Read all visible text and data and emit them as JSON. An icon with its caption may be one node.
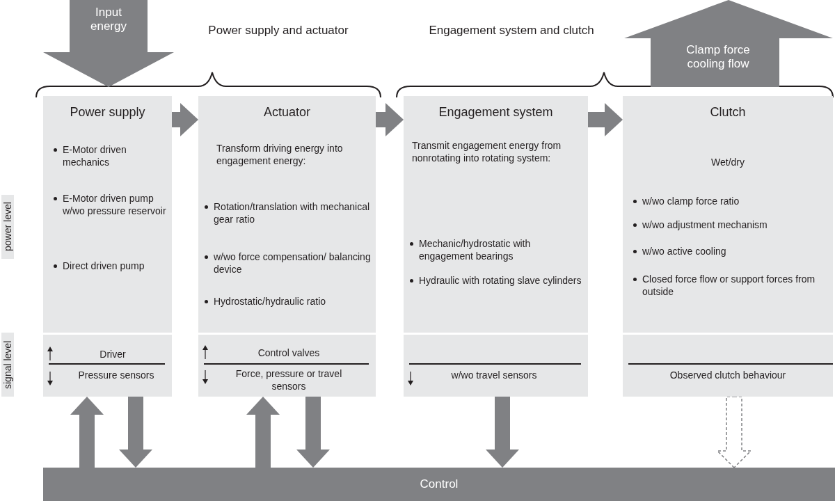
{
  "diagram": {
    "nodes": [
      {
        "text": [
          "Input energy"
        ]
      },
      {
        "text": [
          "Power supply",
          "E-Motor driven mechanics",
          "E-Motor driven pump w/wo pressure reservoir",
          "Direct driven pump",
          "Driver",
          "Pressure sensors"
        ]
      },
      {
        "text": [
          "Actuator",
          "Transform driving energy into engagement energy:",
          "Rotation/translation with mechanical gear ratio",
          "w/wo force compensation/ balancing device",
          "Hydrostatic/hydraulic ratio",
          "Control valves",
          "Force, pressure or travel sensors"
        ]
      },
      {
        "text": [
          "Engagement system",
          "Transmit engagement energy from nonrotating into rotating system:",
          "Mechanic/hydrostatic with engagement bearings",
          "Hydraulic with rotating slave cylinders",
          "w/wo travel sensors"
        ]
      },
      {
        "text": [
          "Clutch",
          "Wet/dry",
          "w/wo clamp force ratio",
          "w/wo adjustment mechanism",
          "w/wo active cooling",
          "Closed force flow or support forces from outside",
          "Observed clutch behaviour"
        ]
      },
      {
        "text": [
          "Clamp force cooling flow"
        ]
      },
      {
        "text": [
          "Control"
        ]
      }
    ],
    "edges": [
      {
        "from": 1,
        "to": 2,
        "arrow": "to"
      },
      {
        "from": 2,
        "to": 3,
        "arrow": "to"
      },
      {
        "from": 3,
        "to": 4,
        "arrow": "to"
      },
      {
        "from": 6,
        "to": 1,
        "arrow": "to"
      },
      {
        "from": 1,
        "to": 6,
        "arrow": "to"
      },
      {
        "from": 6,
        "to": 2,
        "arrow": "to"
      },
      {
        "from": 2,
        "to": 6,
        "arrow": "to"
      },
      {
        "from": 3,
        "to": 6,
        "arrow": "to"
      },
      {
        "from": 4,
        "to": 6,
        "arrow": "to",
        "style": "dashed"
      }
    ],
    "labels": [
      "Power supply and actuator",
      "Engagement system and clutch",
      "power level",
      "signal level"
    ]
  }
}
